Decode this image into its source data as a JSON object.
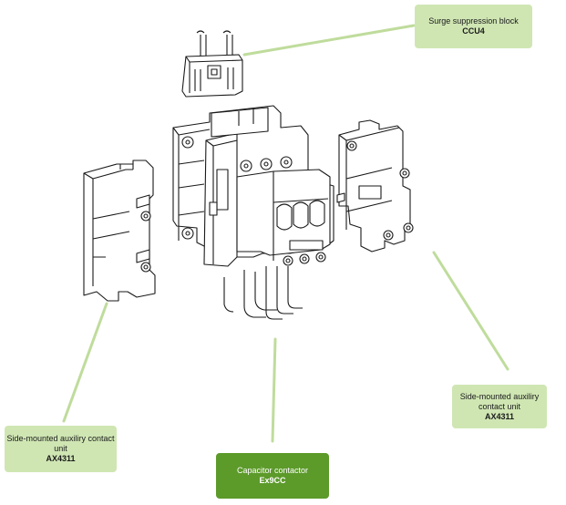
{
  "callouts": {
    "surge": {
      "title": "Surge suppression block",
      "code": "CCU4"
    },
    "aux_right": {
      "title": "Side-mounted auxiliry contact unit",
      "code": "AX4311"
    },
    "aux_left": {
      "title": "Side-mounted auxiliry contact unit",
      "code": "AX4311"
    },
    "contactor": {
      "title": "Capacitor contactor",
      "code": "Ex9CC"
    }
  },
  "colors": {
    "callout_light": "#cfe6b3",
    "callout_dark": "#5c9a2a",
    "leader_line": "#bfdc9c",
    "drawing_stroke": "#1a1a1a"
  }
}
